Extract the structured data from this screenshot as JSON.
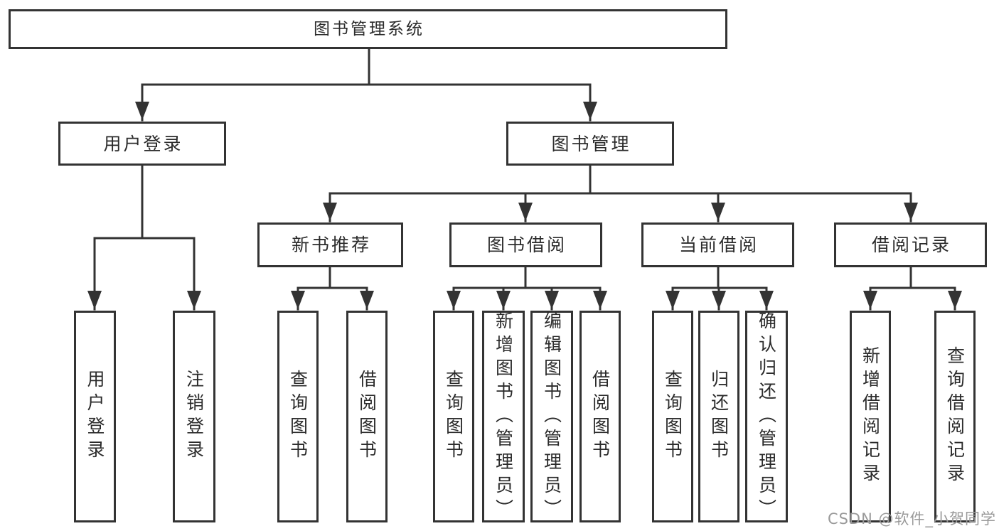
{
  "colors": {
    "line": "#333333",
    "box_border": "#333333",
    "text": "#2b2b2b",
    "background": "#ffffff",
    "watermark": "#9a9a9a"
  },
  "tree": {
    "root": {
      "label": "图书管理系统"
    },
    "branches": [
      {
        "label": "用户登录",
        "children": [
          {
            "label": "用户登录"
          },
          {
            "label": "注销登录"
          }
        ]
      },
      {
        "label": "图书管理",
        "children": [
          {
            "label": "新书推荐",
            "children": [
              {
                "label": "查询图书"
              },
              {
                "label": "借阅图书"
              }
            ]
          },
          {
            "label": "图书借阅",
            "children": [
              {
                "label": "查询图书"
              },
              {
                "label": "新增图书（管理员）"
              },
              {
                "label": "编辑图书（管理员）"
              },
              {
                "label": "借阅图书"
              }
            ]
          },
          {
            "label": "当前借阅",
            "children": [
              {
                "label": "查询图书"
              },
              {
                "label": "归还图书"
              },
              {
                "label": "确认归还（管理员）"
              }
            ]
          },
          {
            "label": "借阅记录",
            "children": [
              {
                "label": "新增借阅记录"
              },
              {
                "label": "查询借阅记录"
              }
            ]
          }
        ]
      }
    ]
  },
  "watermark": {
    "text": "CSDN @软件_小贺同学"
  }
}
